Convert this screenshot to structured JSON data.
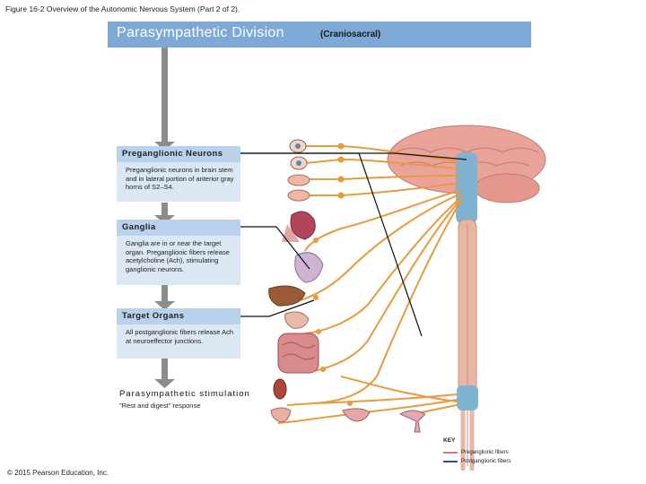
{
  "figure_caption": "Figure 16-2 Overview of the Autonomic Nervous System (Part 2 of 2).",
  "banner": {
    "title": "Parasympathetic Division",
    "subtitle": "(Craniosacral)"
  },
  "boxes": [
    {
      "heading": "Preganglionic Neurons",
      "text": "Preganglionic neurons in brain stem and in lateral portion of anterior gray horns of S2–S4."
    },
    {
      "heading": "Ganglia",
      "text": "Ganglia are in or near the target organ. Preganglionic fibers release acetylcholine (Ach), stimulating ganglionic neurons."
    },
    {
      "heading": "Target Organs",
      "text": "All postganglionic fibers release Ach at neuroeffector junctions."
    }
  ],
  "stimulation": {
    "title": "Parasympathetic stimulation",
    "subtitle": "\"Rest and digest\" response"
  },
  "key": {
    "title": "KEY",
    "items": [
      {
        "label": "Preganglionic fibers",
        "color": "#e0746e"
      },
      {
        "label": "Postganglionic fibers",
        "color": "#3b4a8c"
      }
    ]
  },
  "copyright": "© 2015 Pearson Education, Inc.",
  "colors": {
    "banner": "#7ea8d6",
    "box_head": "#b9d1ea",
    "box_body": "#dbe7f3",
    "nerve_fiber": "#e89a3c",
    "spinal_cord": "#e9b6a4",
    "brain": "#eaa39a",
    "pointer_line": "#111111"
  }
}
